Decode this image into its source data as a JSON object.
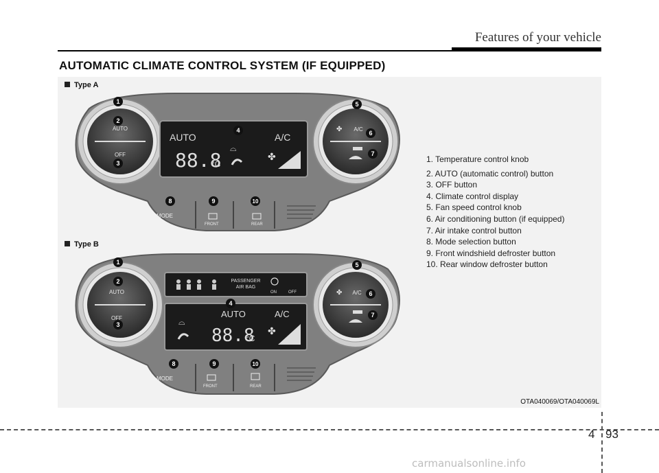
{
  "header": {
    "section_title": "Features of your vehicle"
  },
  "title": "AUTOMATIC CLIMATE CONTROL SYSTEM (IF EQUIPPED)",
  "type_a_label": "Type A",
  "type_b_label": "Type B",
  "panel": {
    "auto": "AUTO",
    "off": "OFF",
    "ac": "A/C",
    "display_temp": "88.8",
    "display_unit": "°C",
    "mode": "MODE",
    "front": "FRONT",
    "rear": "REAR",
    "passenger_airbag_line1": "PASSENGER",
    "passenger_airbag_line2": "AIR BAG",
    "airbag_on": "ON",
    "airbag_off": "OFF",
    "callouts": [
      "1",
      "2",
      "3",
      "4",
      "5",
      "6",
      "7",
      "8",
      "9",
      "10"
    ]
  },
  "legend": [
    "1. Temperature control knob",
    "2. AUTO (automatic control) button",
    "3. OFF button",
    "4. Climate control display",
    "5. Fan speed control knob",
    "6. Air conditioning button (if equipped)",
    "7. Air intake control button",
    "8. Mode selection button",
    "9. Front windshield defroster button",
    "10. Rear window defroster button"
  ],
  "caption": "OTA040069/OTA040069L",
  "page": {
    "chapter": "4",
    "number": "93"
  },
  "watermark": "carmanualsonline.info",
  "colors": {
    "panel": "#7f7f7f",
    "display": "#1b1b1b",
    "background": "#f2f2f2"
  }
}
